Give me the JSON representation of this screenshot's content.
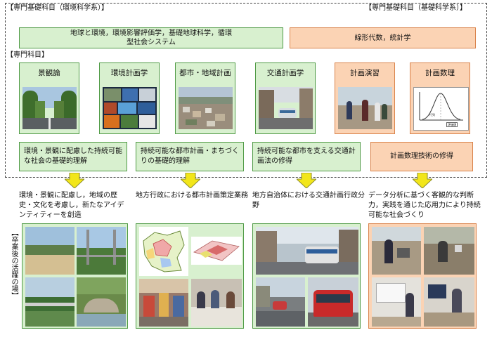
{
  "headers": {
    "env_science_basic": "【専門基礎科目（環境科学系）】",
    "basic_science_basic": "【専門基礎科目（基礎科学系）】",
    "specialized": "【専門科目】",
    "career": "【卒業後の活躍の場】"
  },
  "basic_courses": {
    "env_science": "地球と環境，環境影響評価学，基礎地球科学，循環型社会システム",
    "basic_science": "線形代数，統計学"
  },
  "courses": [
    {
      "title": "景観論",
      "image": "tree-lined-avenue-photo"
    },
    {
      "title": "環境計画学",
      "image": "environmental-photo-collage"
    },
    {
      "title": "都市・地域計画",
      "image": "city-aerial-photo"
    },
    {
      "title": "交通計画学",
      "image": "tram-street-photo"
    },
    {
      "title": "計画演習",
      "image": "field-survey-photo"
    },
    {
      "title": "計画数理",
      "image": "probability-curve-graph"
    }
  ],
  "graph_labels": {
    "x_axis": "評価値",
    "mark": "行列"
  },
  "understanding": [
    "環境・景観に配慮した持続可能な社会の基礎的理解",
    "持続可能な都市計画・まちづくりの基礎的理解",
    "持続可能な都市を支える交通計画法の修得",
    "計画数理技術の修得"
  ],
  "outcomes": [
    "環境・景観に配慮し，地域の歴史・文化を考慮し，新たなアイデンティティーを創造",
    "地方行政における都市計画策定業務",
    "地方自治体における交通計画行政分野",
    "データ分析に基づく客観的な判断力，実践を通じた応用力により持続可能な社会づくり"
  ],
  "colors": {
    "green_fill": "#d8f0cf",
    "green_border": "#4f9a45",
    "orange_fill": "#fbd3b4",
    "orange_border": "#d9824a",
    "arrow_yellow": "#f2e61a"
  }
}
